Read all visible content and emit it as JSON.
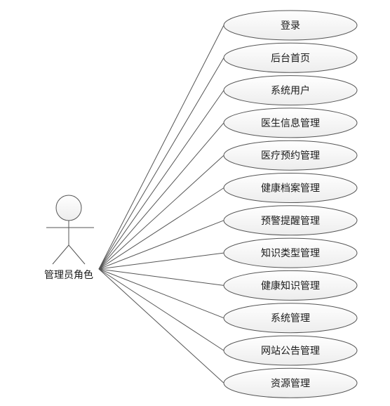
{
  "actor": {
    "label": "管理员角色"
  },
  "use_cases": [
    {
      "label": "登录"
    },
    {
      "label": "后台首页"
    },
    {
      "label": "系统用户"
    },
    {
      "label": "医生信息管理"
    },
    {
      "label": "医疗预约管理"
    },
    {
      "label": "健康档案管理"
    },
    {
      "label": "预警提醒管理"
    },
    {
      "label": "知识类型管理"
    },
    {
      "label": "健康知识管理"
    },
    {
      "label": "系统管理"
    },
    {
      "label": "网站公告管理"
    },
    {
      "label": "资源管理"
    }
  ]
}
